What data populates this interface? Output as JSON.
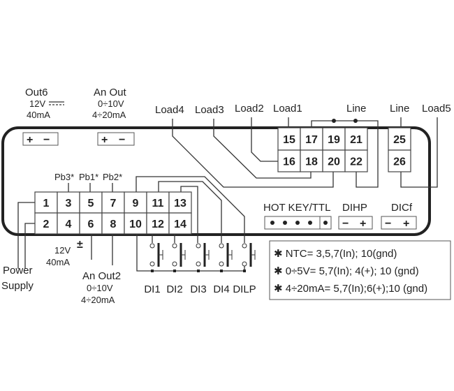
{
  "top_labels": {
    "out6": "Out6",
    "out6_v": "12V",
    "out6_a": "40mA",
    "anout": "An Out",
    "anout_v": "0÷10V",
    "anout_a": "4÷20mA",
    "load4": "Load4",
    "load3": "Load3",
    "load2": "Load2",
    "load1": "Load1",
    "line1": "Line",
    "line2": "Line",
    "load5": "Load5"
  },
  "polarity": {
    "plus": "+",
    "minus": "−"
  },
  "probes": {
    "pb3": "Pb3*",
    "pb1": "Pb1*",
    "pb2": "Pb2*"
  },
  "left_block": {
    "top": [
      "1",
      "3",
      "5",
      "7",
      "9",
      "11",
      "13"
    ],
    "bottom": [
      "2",
      "4",
      "6",
      "8",
      "10",
      "12",
      "14"
    ]
  },
  "right_block": {
    "top": [
      "15",
      "17",
      "19",
      "21"
    ],
    "bottom": [
      "16",
      "18",
      "20",
      "22"
    ]
  },
  "line_block": {
    "top": "25",
    "bottom": "26"
  },
  "ports": {
    "hotkey": "HOT KEY/TTL",
    "dihp": "DIHP",
    "dicf": "DICf"
  },
  "bottom_labels": {
    "power1": "Power",
    "power2": "Supply",
    "v12": "12V",
    "ma40": "40mA",
    "anout2": "An Out2",
    "anout2_v": "0÷10V",
    "anout2_a": "4÷20mA",
    "di": [
      "DI1",
      "DI2",
      "DI3",
      "DI4",
      "DILP"
    ]
  },
  "notes": [
    "✱ NTC= 3,5,7(In); 10(gnd)",
    "✱ 0÷5V= 5,7(In); 4(+); 10 (gnd)",
    "✱ 4÷20mA= 5,7(In);6(+);10 (gnd)"
  ]
}
